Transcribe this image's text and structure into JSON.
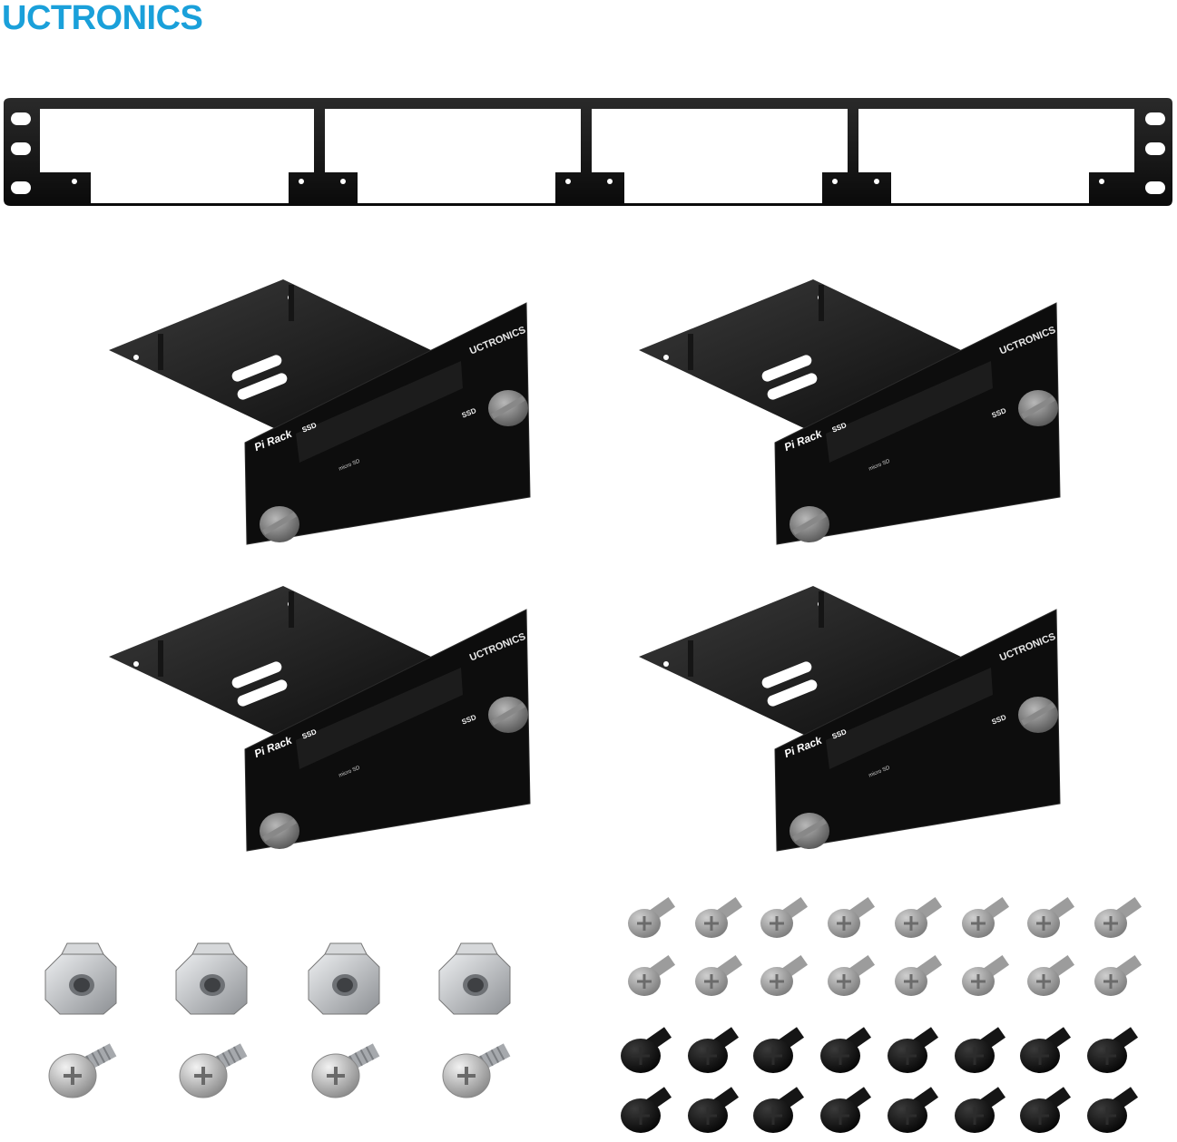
{
  "brand": {
    "logo_text": "UCTRONICS",
    "color": "#1aa0da"
  },
  "tray": {
    "brand_text": "UCTRONICS",
    "model_text": "Pi Rack",
    "model_badge": "SSD",
    "ssd_label": "SSD",
    "microsd_label": "micro SD",
    "count": 4
  },
  "hardware": {
    "cage_nuts": 4,
    "rack_screws": 4,
    "silver_screws": 16,
    "black_screws": 16
  },
  "colors": {
    "metal_black": "#111111",
    "screw_grey": "#a9a9a9",
    "cage_nut_silver": "#c9cbcd"
  }
}
